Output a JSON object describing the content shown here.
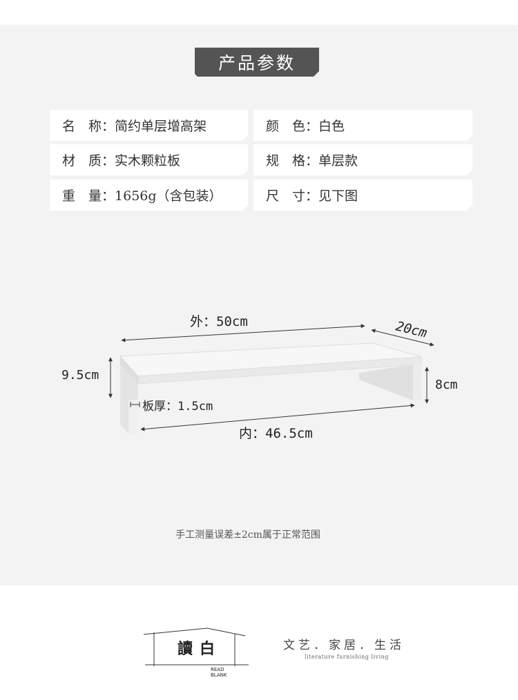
{
  "banner": {
    "title": "产品参数"
  },
  "specs": [
    {
      "label": "名　称：",
      "value": "简约单层增高架"
    },
    {
      "label": "颜　色：",
      "value": "白色"
    },
    {
      "label": "材　质：",
      "value": "实木颗粒板"
    },
    {
      "label": "规　格：",
      "value": "单层款"
    },
    {
      "label": "重　量：",
      "value": "1656g（含包装）"
    },
    {
      "label": "尺　寸：",
      "value": "见下图"
    }
  ],
  "diagram": {
    "outer_length": "外：50cm",
    "depth": "20cm",
    "height": "9.5cm",
    "inner_height": "8cm",
    "thickness": "板厚：1.5cm",
    "inner_length": "内：46.5cm"
  },
  "note": "手工测量误差±2cm属于正常范围",
  "logo": {
    "chars": "讀白",
    "en_line1": "READ",
    "en_line2": "BLANK"
  },
  "tagline": {
    "cn": "文艺．家居．生活",
    "en": "literature furnishing living"
  },
  "colors": {
    "panel_bg": "#f3f3f3",
    "banner_bg": "#545454",
    "cell_bg": "#ffffff"
  }
}
